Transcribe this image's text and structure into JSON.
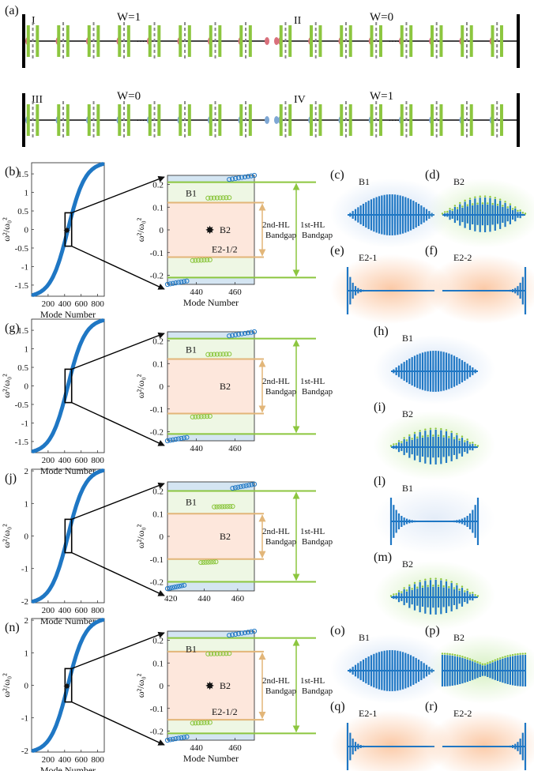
{
  "panel_a": {
    "label": "(a)",
    "chains": [
      {
        "roman": "I",
        "winding": "W=1",
        "site_color": "#d9707c",
        "wall": "left"
      },
      {
        "roman": "II",
        "winding": "W=0",
        "site_color": "#d9707c",
        "wall": "right"
      },
      {
        "roman": "III",
        "winding": "W=0",
        "site_color": "#7ea7d4",
        "wall": "left"
      },
      {
        "roman": "IV",
        "winding": "W=1",
        "site_color": "#7ea7d4",
        "wall": "right"
      }
    ]
  },
  "rows": [
    {
      "label": "(b)",
      "full": {
        "yticks": [
          "1.5",
          "1",
          "0.5",
          "0",
          "-0.5",
          "-1",
          "-1.5"
        ],
        "xticks": [
          "200",
          "400",
          "600",
          "800"
        ],
        "ylim": [
          -1.8,
          1.8
        ],
        "xlim": [
          0,
          880
        ],
        "xlabel": "Mode Number",
        "ylabel": "ω²/ω₀²"
      },
      "zoom": {
        "yticks": [
          "0.2",
          "0.1",
          "0",
          "-0.1",
          "-0.2"
        ],
        "xticks": [
          "440",
          "460"
        ],
        "xlim": [
          425,
          470
        ],
        "ylim": [
          -0.24,
          0.24
        ],
        "hl1": 0.21,
        "hl2": 0.12,
        "edge_states": true,
        "xlabel": "Mode Number",
        "ylabel": "ω²/ω₀²"
      },
      "annotations": [
        "B1",
        "B2",
        "E2-1/2"
      ],
      "gap2": [
        "2nd-HL",
        "Bandgap"
      ],
      "gap1": [
        "1st-HL",
        "Bandgap"
      ],
      "modes": [
        {
          "label": "(c)",
          "name": "B1",
          "kind": "bulk",
          "glow": "#cfe0f5"
        },
        {
          "label": "(d)",
          "name": "B2",
          "kind": "bulk2",
          "glow": "#d6f0c2"
        },
        {
          "label": "(e)",
          "name": "E2-1",
          "kind": "edge-left",
          "glow": "#fbc9a6"
        },
        {
          "label": "(f)",
          "name": "E2-2",
          "kind": "edge-right",
          "glow": "#fbc9a6"
        }
      ]
    },
    {
      "label": "(g)",
      "full": {
        "yticks": [
          "1.5",
          "1",
          "0.5",
          "0",
          "-0.5",
          "-1",
          "-1.5"
        ],
        "xticks": [
          "200",
          "400",
          "600",
          "800"
        ],
        "ylim": [
          -1.8,
          1.8
        ],
        "xlim": [
          0,
          880
        ],
        "xlabel": "Mode Number",
        "ylabel": "ω²/ω₀²"
      },
      "zoom": {
        "yticks": [
          "0.2",
          "0.1",
          "0",
          "-0.1",
          "-0.2"
        ],
        "xticks": [
          "440",
          "460"
        ],
        "xlim": [
          425,
          470
        ],
        "ylim": [
          -0.24,
          0.24
        ],
        "hl1": 0.21,
        "hl2": 0.12,
        "edge_states": false,
        "xlabel": "",
        "ylabel": "ω²/ω₀²"
      },
      "annotations": [
        "B1",
        "B2"
      ],
      "gap2": [
        "2nd-HL",
        "Bandgap"
      ],
      "gap1": [
        "1st-HL",
        "Bandgap"
      ],
      "modes": [
        {
          "label": "(h)",
          "name": "B1",
          "kind": "bulk",
          "glow": "#cfe0f5"
        },
        {
          "label": "(i)",
          "name": "B2",
          "kind": "bulk2",
          "glow": "#d6f0c2"
        }
      ]
    },
    {
      "label": "(j)",
      "full": {
        "yticks": [
          "2",
          "1",
          "0",
          "-1",
          "-2"
        ],
        "xticks": [
          "200",
          "400",
          "600",
          "800"
        ],
        "ylim": [
          -2.05,
          2.05
        ],
        "xlim": [
          0,
          880
        ],
        "xlabel": "Mode Number",
        "ylabel": "ω²/ω₀²"
      },
      "zoom": {
        "yticks": [
          "0.2",
          "0.1",
          "0",
          "-0.1",
          "-0.2"
        ],
        "xticks": [
          "420",
          "440",
          "460"
        ],
        "xlim": [
          418,
          470
        ],
        "ylim": [
          -0.24,
          0.24
        ],
        "hl1": 0.2,
        "hl2": 0.1,
        "edge_states": false,
        "xlabel": "",
        "ylabel": "ω²/ω₀²"
      },
      "annotations": [
        "B1",
        "B2"
      ],
      "gap2": [
        "2nd-HL",
        "Bandgap"
      ],
      "gap1": [
        "1st-HL",
        "Bandgap"
      ],
      "modes": [
        {
          "label": "(l)",
          "name": "B1",
          "kind": "edge-both",
          "glow": "#e3ecf8"
        },
        {
          "label": "(m)",
          "name": "B2",
          "kind": "bulk2",
          "glow": "#d6f0c2"
        }
      ]
    },
    {
      "label": "(n)",
      "full": {
        "yticks": [
          "2",
          "1",
          "0",
          "-1",
          "-2"
        ],
        "xticks": [
          "200",
          "400",
          "600",
          "800"
        ],
        "ylim": [
          -2.05,
          2.05
        ],
        "xlim": [
          0,
          880
        ],
        "xlabel": "Mode Number",
        "ylabel": "ω²/ω₀²"
      },
      "zoom": {
        "yticks": [
          "0.2",
          "0.1",
          "0",
          "-0.1",
          "-0.2"
        ],
        "xticks": [
          "440",
          "460"
        ],
        "xlim": [
          425,
          470
        ],
        "ylim": [
          -0.24,
          0.24
        ],
        "hl1": 0.21,
        "hl2": 0.15,
        "edge_states": true,
        "xlabel": "Mode Number",
        "ylabel": "ω²/ω₀²"
      },
      "annotations": [
        "B1",
        "B2",
        "E2-1/2"
      ],
      "gap2": [
        "2nd-HL",
        "Bandgap"
      ],
      "gap1": [
        "1st-HL",
        "Bandgap"
      ],
      "modes": [
        {
          "label": "(o)",
          "name": "B1",
          "kind": "bulk",
          "glow": "#cfe0f5"
        },
        {
          "label": "(p)",
          "name": "B2",
          "kind": "bulk-dip",
          "glow": "#d6f0c2"
        },
        {
          "label": "(q)",
          "name": "E2-1",
          "kind": "edge-left",
          "glow": "#fbc9a6"
        },
        {
          "label": "(r)",
          "name": "E2-2",
          "kind": "edge-right",
          "glow": "#fbc9a6"
        }
      ]
    }
  ],
  "colors": {
    "blue": "#1f77c4",
    "green": "#8cc63f",
    "orange": "#e2b679",
    "gap_fill": "#fde7dc",
    "band_fill": "#b7d4ea",
    "star": "#e0522a",
    "dash": "#888888"
  }
}
